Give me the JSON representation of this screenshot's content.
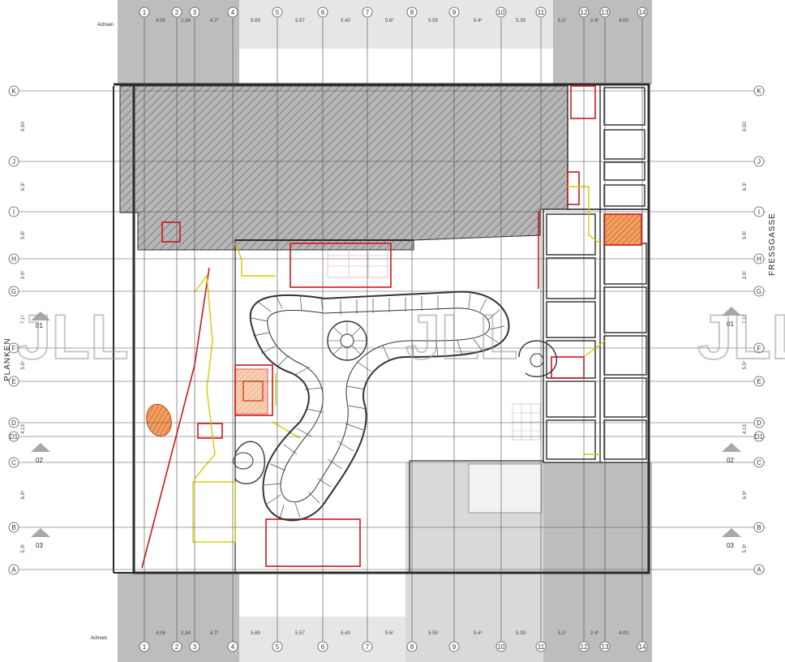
{
  "axes": {
    "columns": [
      "1",
      "2",
      "3",
      "4",
      "5",
      "6",
      "7",
      "8",
      "9",
      "10",
      "11",
      "12",
      "13",
      "14"
    ],
    "rows": [
      "K",
      "J",
      "I",
      "H",
      "G",
      "F",
      "E",
      "D",
      "D1",
      "C",
      "B",
      "A"
    ],
    "header_label": "Achsen"
  },
  "dimensions": {
    "top": [
      "4.06",
      "2.34",
      "4.7²",
      "5.69",
      "5.57",
      "5.40",
      "5.6²",
      "5.59",
      "5.4³",
      "5.39",
      "5.1²",
      "2.4²",
      "4.00"
    ],
    "left": [
      "6.90",
      "6.3²",
      "5.9²",
      "3.9⁶",
      "7.1³",
      "5.9⁴",
      "4.13",
      "6.9⁶",
      "5.3⁸"
    ]
  },
  "section_markers": [
    "01",
    "02",
    "03"
  ],
  "street_labels": {
    "left": "PLANKEN",
    "right": "FRESSGASSE"
  },
  "watermark": "JLL",
  "colors": {
    "wall": "#2b2b2b",
    "hatch_fill": "#a7a7a7",
    "neighbor_fill": "#c9c9c9",
    "red": "#d0161b",
    "yellow": "#d8d200",
    "orange_fill": "#e58a3c",
    "grid": "#555555"
  }
}
